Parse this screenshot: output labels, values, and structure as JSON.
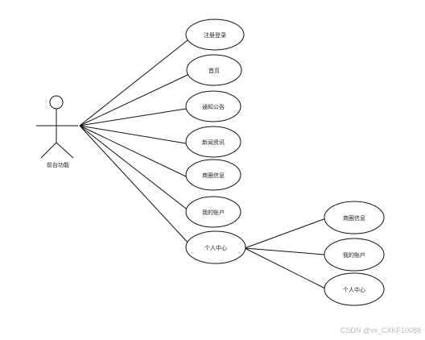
{
  "actor": {
    "label": "前台功能"
  },
  "use_cases": [
    "注册登录",
    "首页",
    "通知公告",
    "新闻资讯",
    "商圈信息",
    "我的账户",
    "个人中心"
  ],
  "sub_use_cases": [
    "商圈信息",
    "我的账户",
    "个人中心"
  ],
  "watermark": "CSDN @vx_CXKF10088"
}
